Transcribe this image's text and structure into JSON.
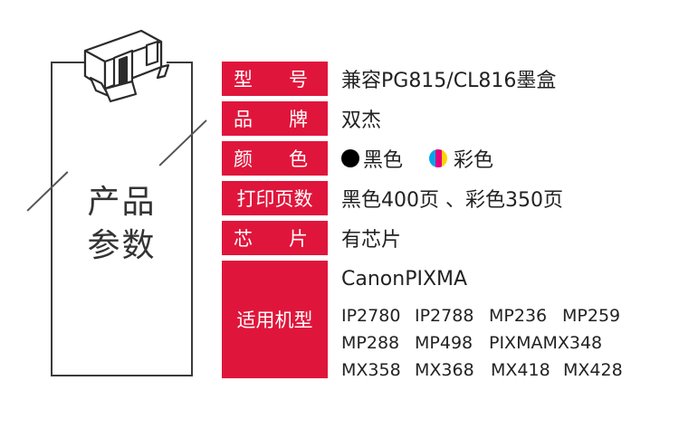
{
  "panel": {
    "title_line1": "产品",
    "title_line2": "参数",
    "image_icon": "ink-cartridge-icon"
  },
  "rows": [
    {
      "label": [
        "型",
        "号"
      ],
      "value": "兼容PG815/CL816墨盒"
    },
    {
      "label": [
        "品",
        "牌"
      ],
      "value": "双杰"
    },
    {
      "label": [
        "颜",
        "色"
      ],
      "colors": [
        {
          "name": "黑色",
          "dot": "#000000"
        },
        {
          "name": "彩色",
          "dot": "cmy"
        }
      ]
    },
    {
      "label": [
        "打印页数"
      ],
      "value": "黑色400页 、彩色350页"
    },
    {
      "label": [
        "芯",
        "片"
      ],
      "value": "有芯片"
    },
    {
      "label": [
        "适用机型"
      ],
      "value": "CanonPIXMA"
    }
  ],
  "models": [
    [
      "IP2780",
      "IP2788",
      "MP236",
      "MP259"
    ],
    [
      "MP288",
      "MP498",
      "PIXMAMX348"
    ],
    [
      "MX358",
      "MX368",
      "MX418",
      "MX428"
    ]
  ],
  "colors": {
    "accent": "#e0153b",
    "cyan": "#00a8e8",
    "magenta": "#e4007f",
    "yellow": "#ffd400"
  }
}
